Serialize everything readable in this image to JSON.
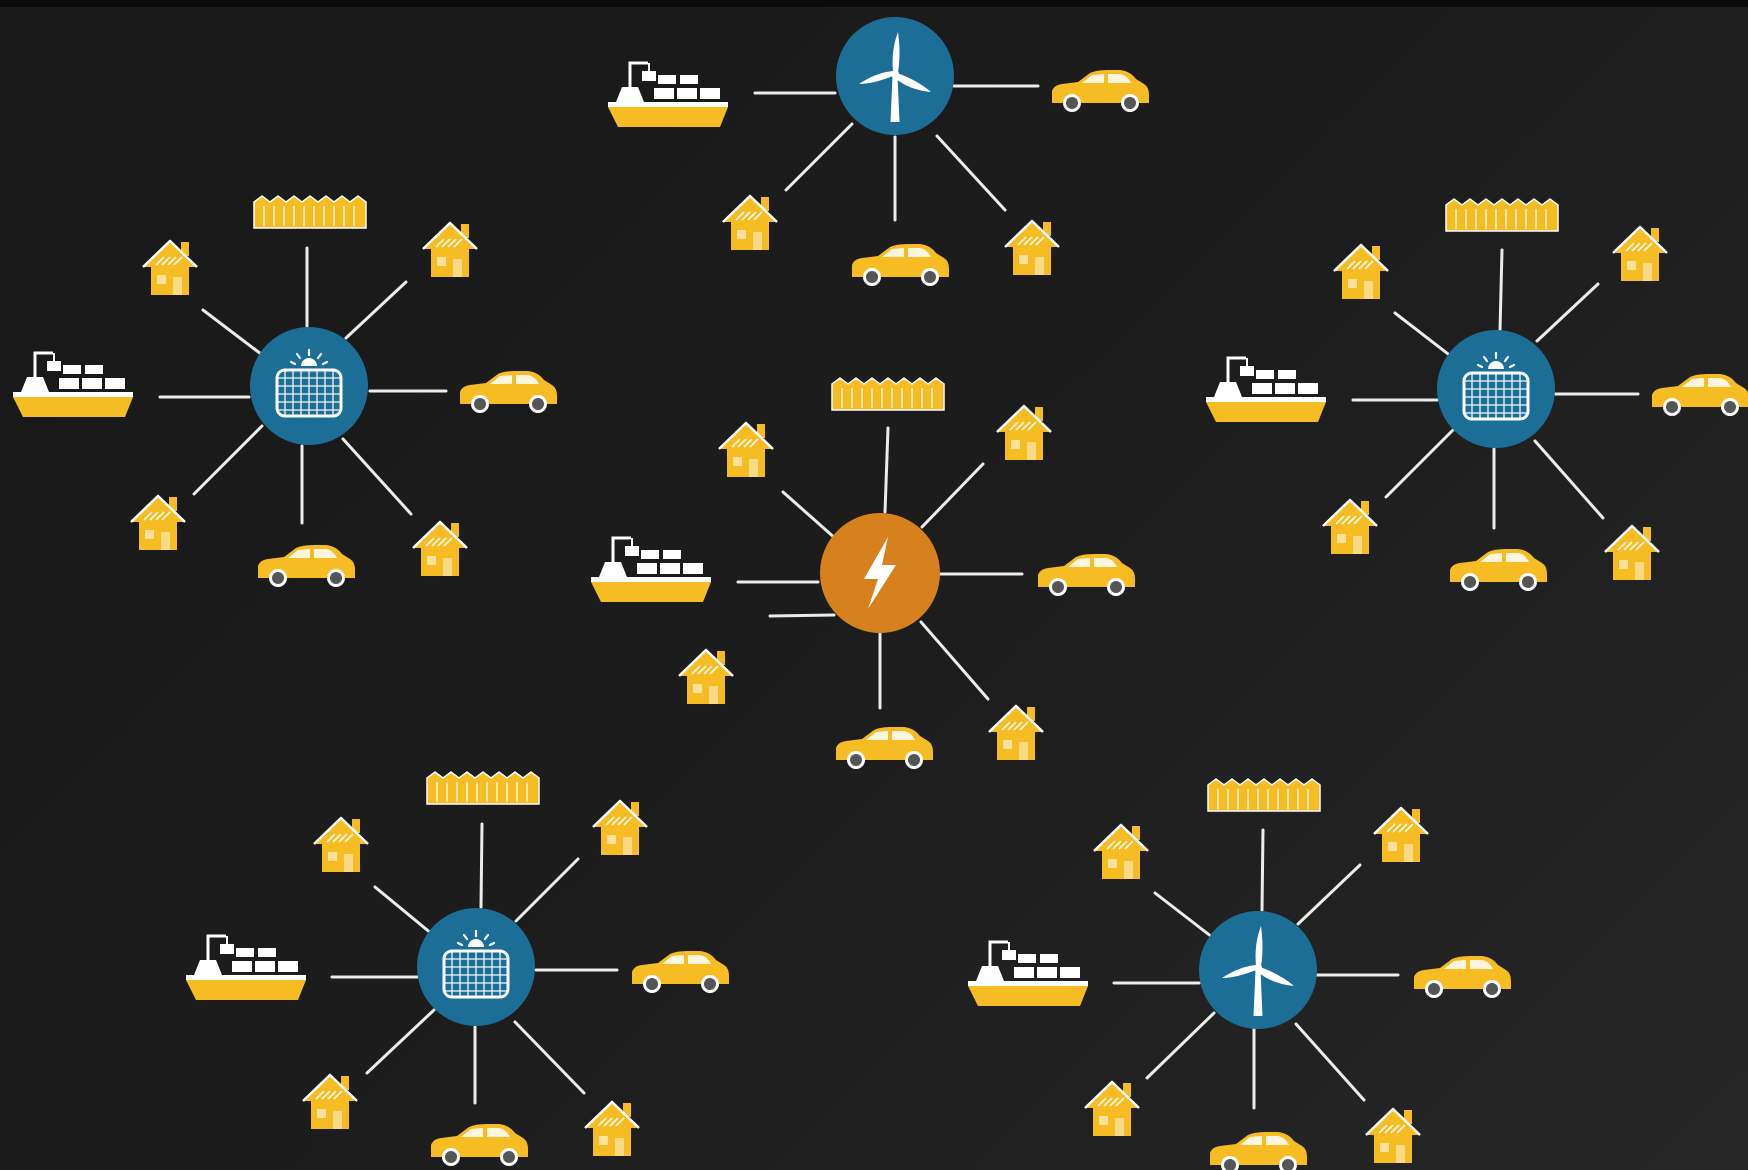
{
  "colors": {
    "background": "#1c1c1c",
    "hub_blue": "#1d6e96",
    "hub_orange": "#d6801e",
    "consumer_yellow": "#f5bc24",
    "link_line": "#ececec",
    "icon_white": "#ffffff"
  },
  "hubs": [
    {
      "id": "wind-top",
      "type": "wind",
      "icon": "wind-turbine-icon",
      "consumers": [
        "ship",
        "house",
        "car",
        "house",
        "car"
      ]
    },
    {
      "id": "solar-left",
      "type": "solar",
      "icon": "solar-panel-icon",
      "consumers": [
        "factory",
        "house",
        "house",
        "ship",
        "car",
        "house",
        "car",
        "house"
      ]
    },
    {
      "id": "grid-center",
      "type": "grid",
      "icon": "lightning-bolt-icon",
      "consumers": [
        "factory",
        "house",
        "house",
        "ship",
        "car",
        "house",
        "car",
        "house"
      ]
    },
    {
      "id": "solar-right",
      "type": "solar",
      "icon": "solar-panel-icon",
      "consumers": [
        "factory",
        "house",
        "house",
        "ship",
        "car",
        "house",
        "car",
        "house"
      ]
    },
    {
      "id": "solar-bottom-left",
      "type": "solar",
      "icon": "solar-panel-icon",
      "consumers": [
        "factory",
        "house",
        "house",
        "ship",
        "car",
        "house",
        "car",
        "house"
      ]
    },
    {
      "id": "wind-bottom-right",
      "type": "wind",
      "icon": "wind-turbine-icon",
      "consumers": [
        "factory",
        "house",
        "house",
        "ship",
        "car",
        "house",
        "car",
        "house"
      ]
    }
  ]
}
